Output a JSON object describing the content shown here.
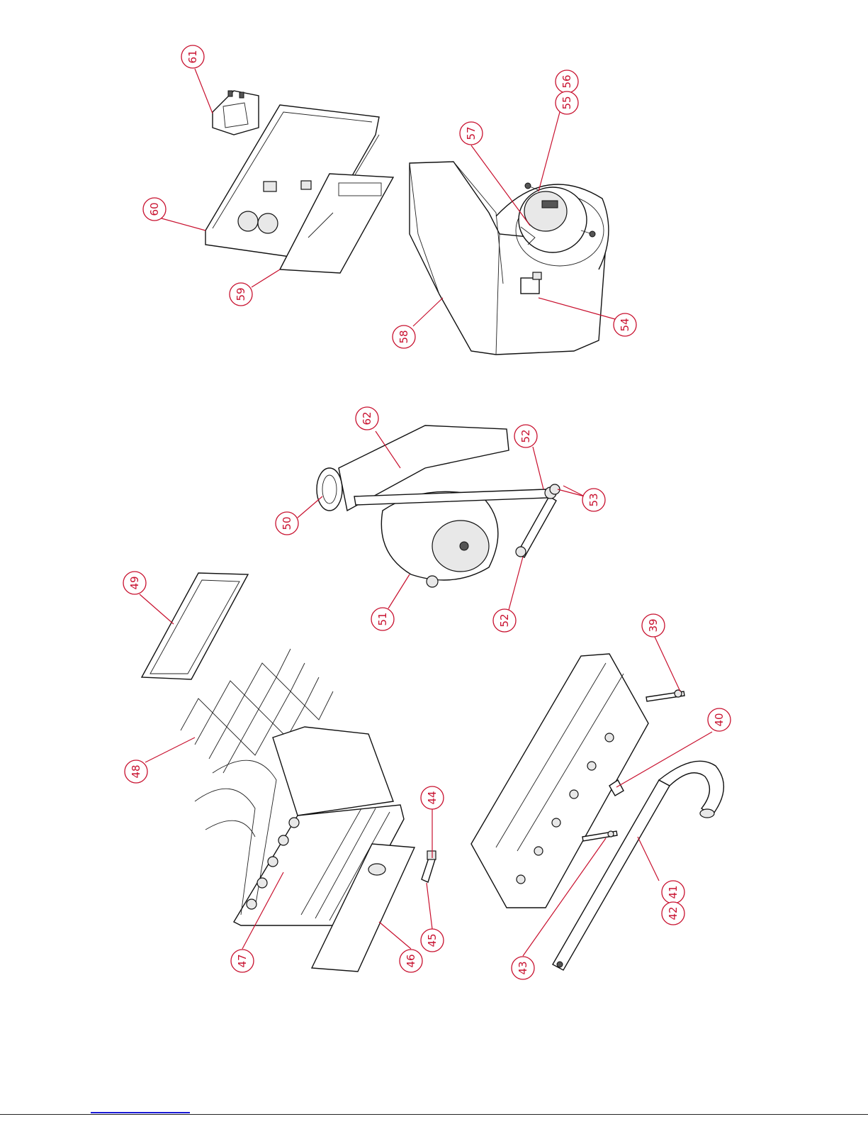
{
  "callouts": [
    {
      "id": "61",
      "label": "61"
    },
    {
      "id": "56",
      "label": "56"
    },
    {
      "id": "55",
      "label": "55"
    },
    {
      "id": "57",
      "label": "57"
    },
    {
      "id": "60",
      "label": "60"
    },
    {
      "id": "59",
      "label": "59"
    },
    {
      "id": "58",
      "label": "58"
    },
    {
      "id": "54",
      "label": "54"
    },
    {
      "id": "62",
      "label": "62"
    },
    {
      "id": "52a",
      "label": "52"
    },
    {
      "id": "53",
      "label": "53"
    },
    {
      "id": "50",
      "label": "50"
    },
    {
      "id": "51",
      "label": "51"
    },
    {
      "id": "52b",
      "label": "52"
    },
    {
      "id": "49",
      "label": "49"
    },
    {
      "id": "48",
      "label": "48"
    },
    {
      "id": "39",
      "label": "39"
    },
    {
      "id": "40",
      "label": "40"
    },
    {
      "id": "44",
      "label": "44"
    },
    {
      "id": "45",
      "label": "45"
    },
    {
      "id": "46",
      "label": "46"
    },
    {
      "id": "47",
      "label": "47"
    },
    {
      "id": "43",
      "label": "43"
    },
    {
      "id": "41",
      "label": "41"
    },
    {
      "id": "42",
      "label": "42"
    }
  ],
  "colors": {
    "callout": "#c8102e",
    "line": "#111111"
  }
}
